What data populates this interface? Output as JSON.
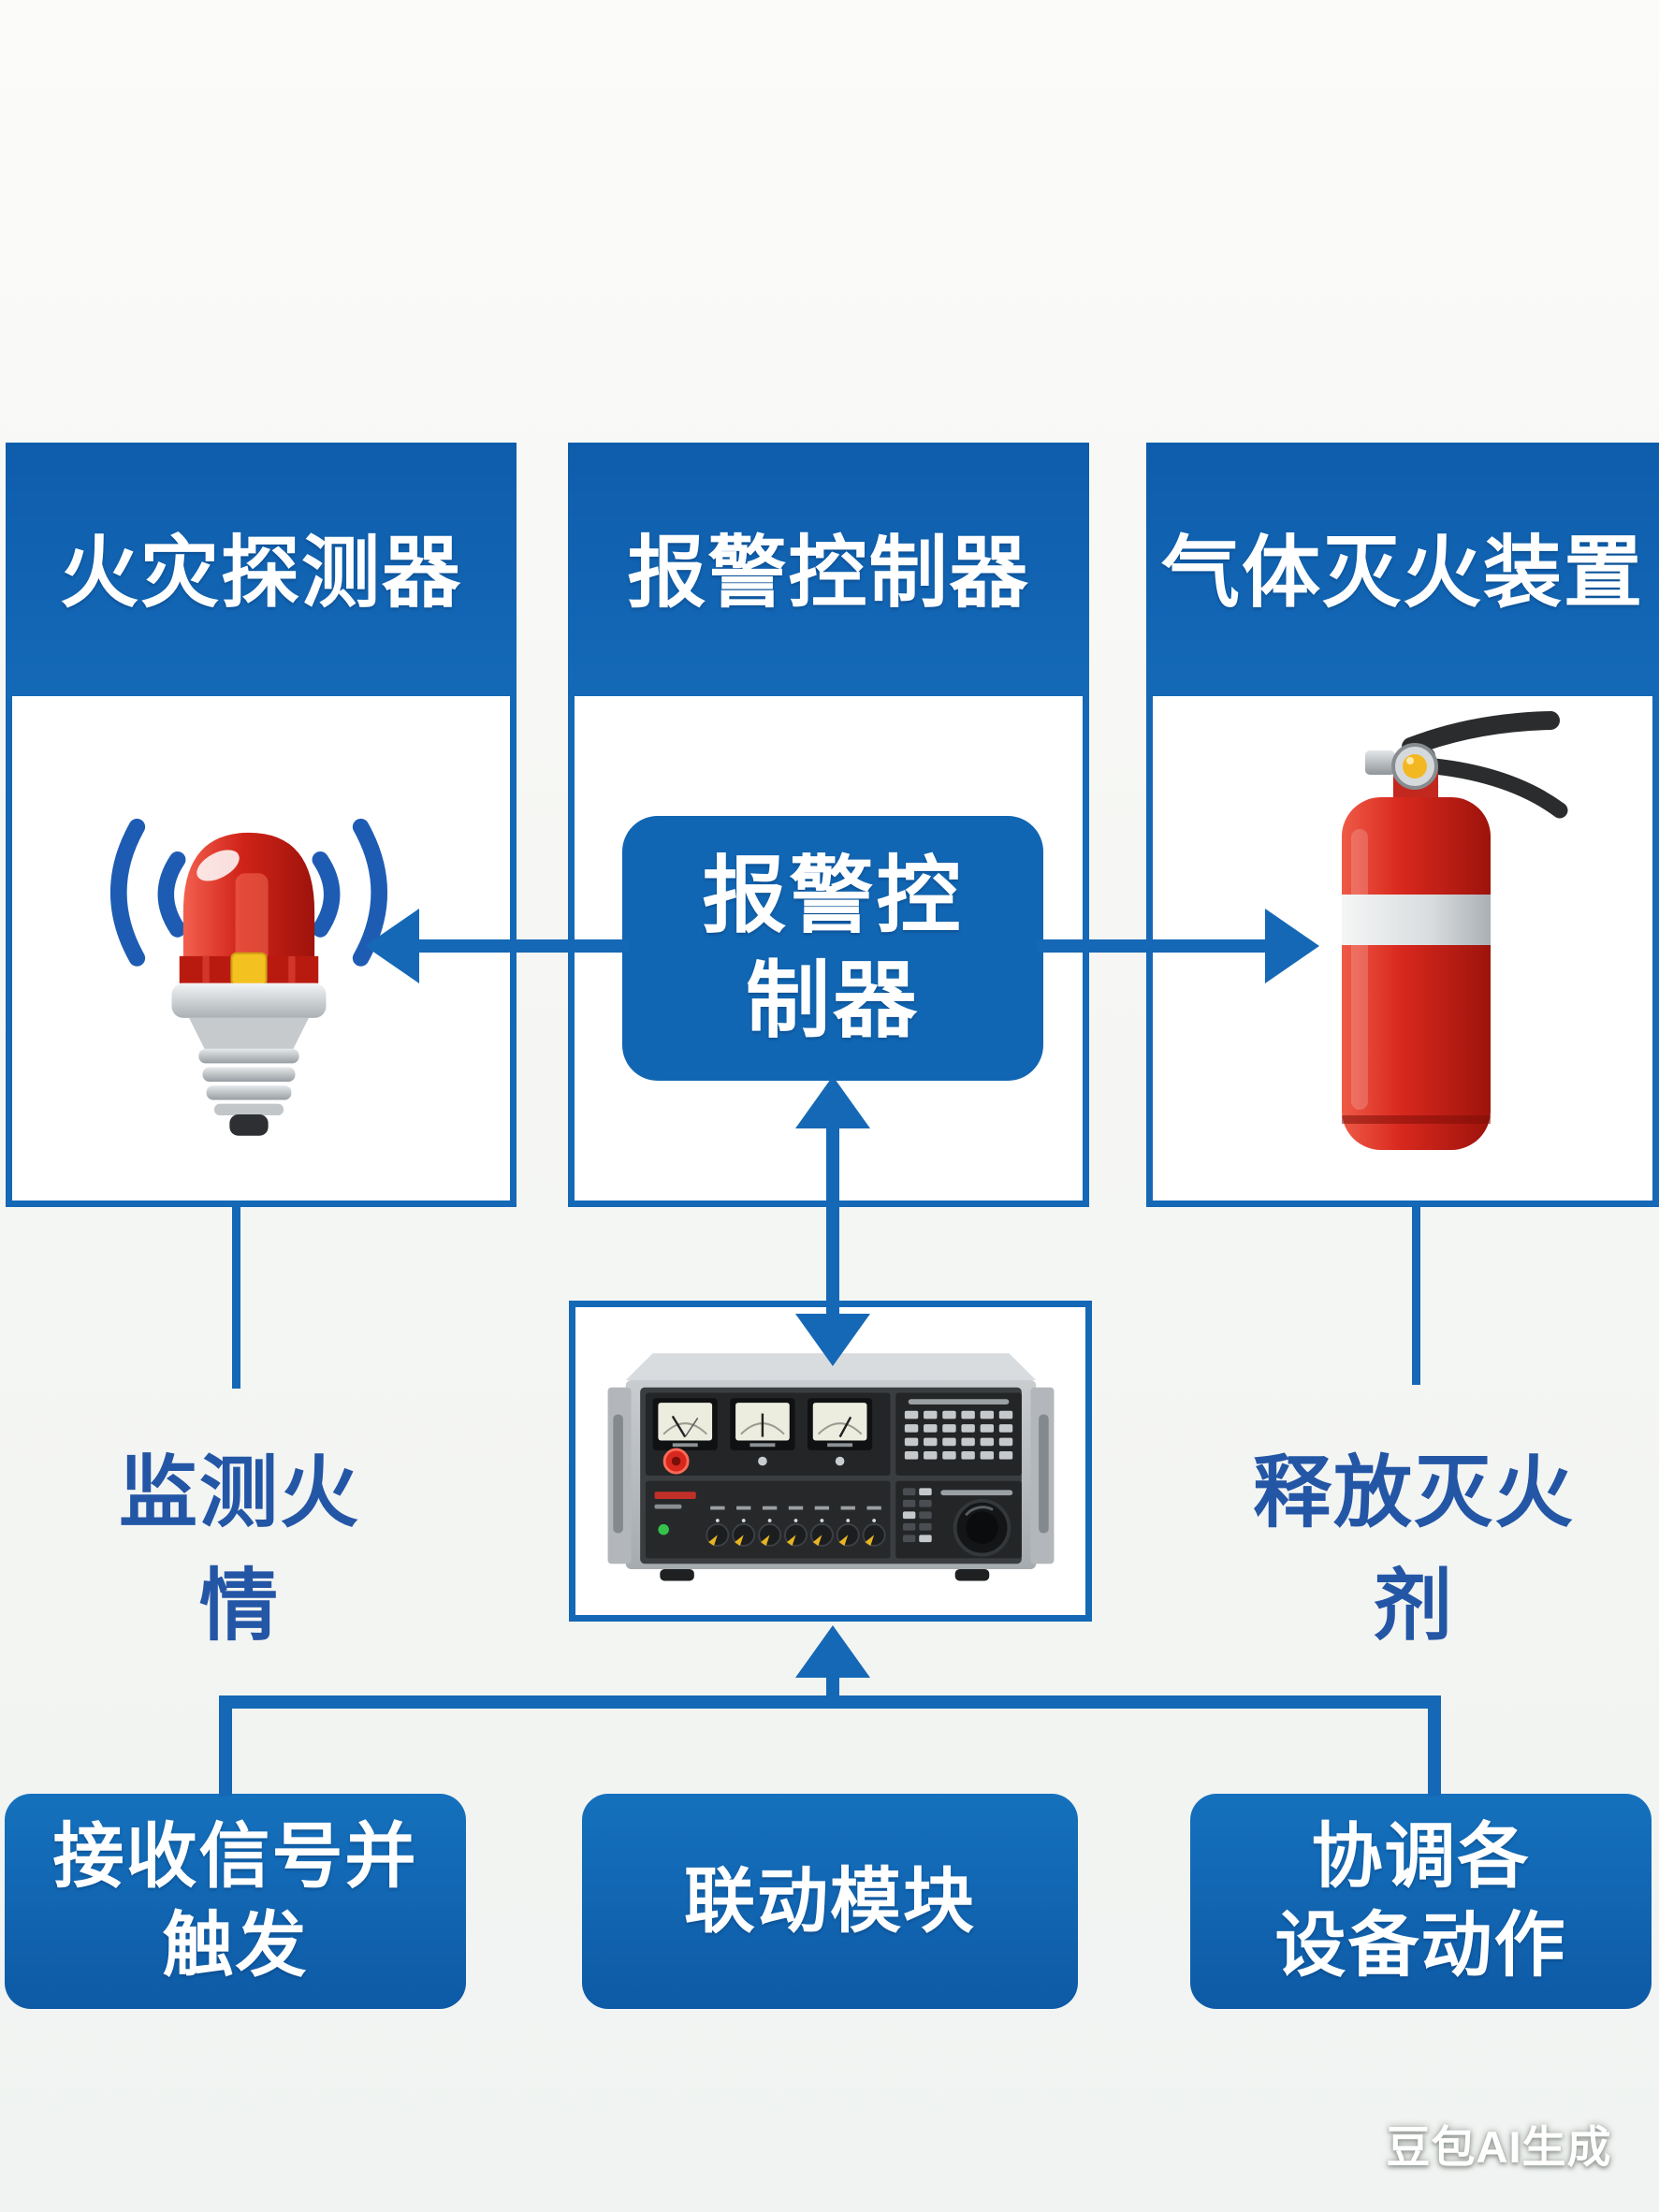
{
  "colors": {
    "primary_blue": "#1166b3",
    "border_blue": "#1568b5",
    "caption_text": "#2456a6",
    "background": "#f6f7f4",
    "box_text": "#ffffff",
    "beacon_red": "#d02318",
    "extinguisher_red": "#d8281d"
  },
  "columns": [
    {
      "header": "火灾探测器",
      "icon": "alarm-beacon-icon",
      "caption": "监测火情"
    },
    {
      "header": "报警控制器",
      "node_lines": [
        "报警控",
        "制器"
      ]
    },
    {
      "header": "气体灭火装置",
      "icon": "fire-extinguisher-icon",
      "caption": "释放灭火剂"
    }
  ],
  "linkage": {
    "device_icon": "control-panel-device-icon",
    "bottom_boxes": [
      {
        "lines": [
          "接收信号并",
          "触发"
        ]
      },
      {
        "lines": [
          "联动模块"
        ]
      },
      {
        "lines": [
          "协调各",
          "设备动作"
        ]
      }
    ]
  },
  "watermark": "豆包AI生成"
}
